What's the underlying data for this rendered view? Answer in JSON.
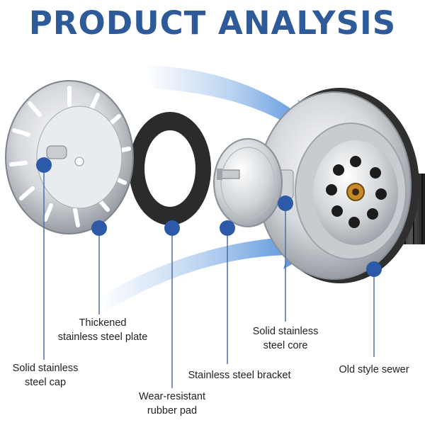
{
  "header": {
    "title": "PRODUCT ANALYSIS"
  },
  "labels": {
    "thickened_plate": [
      "Thickened",
      "stainless steel plate"
    ],
    "solid_cap": [
      "Solid stainless",
      "steel cap"
    ],
    "rubber_pad": [
      "Wear-resistant",
      "rubber pad"
    ],
    "bracket": [
      "Stainless steel bracket"
    ],
    "core": [
      "Solid stainless",
      "steel core"
    ],
    "sewer": [
      "Old style sewer"
    ]
  },
  "colors": {
    "title": "#2f5a9a",
    "marker": "#2c5aa8",
    "arrow": "#3f86d8",
    "steel_light": "#eef0f2",
    "steel_dark": "#8a9097",
    "rubber": "#2b2b2b"
  }
}
